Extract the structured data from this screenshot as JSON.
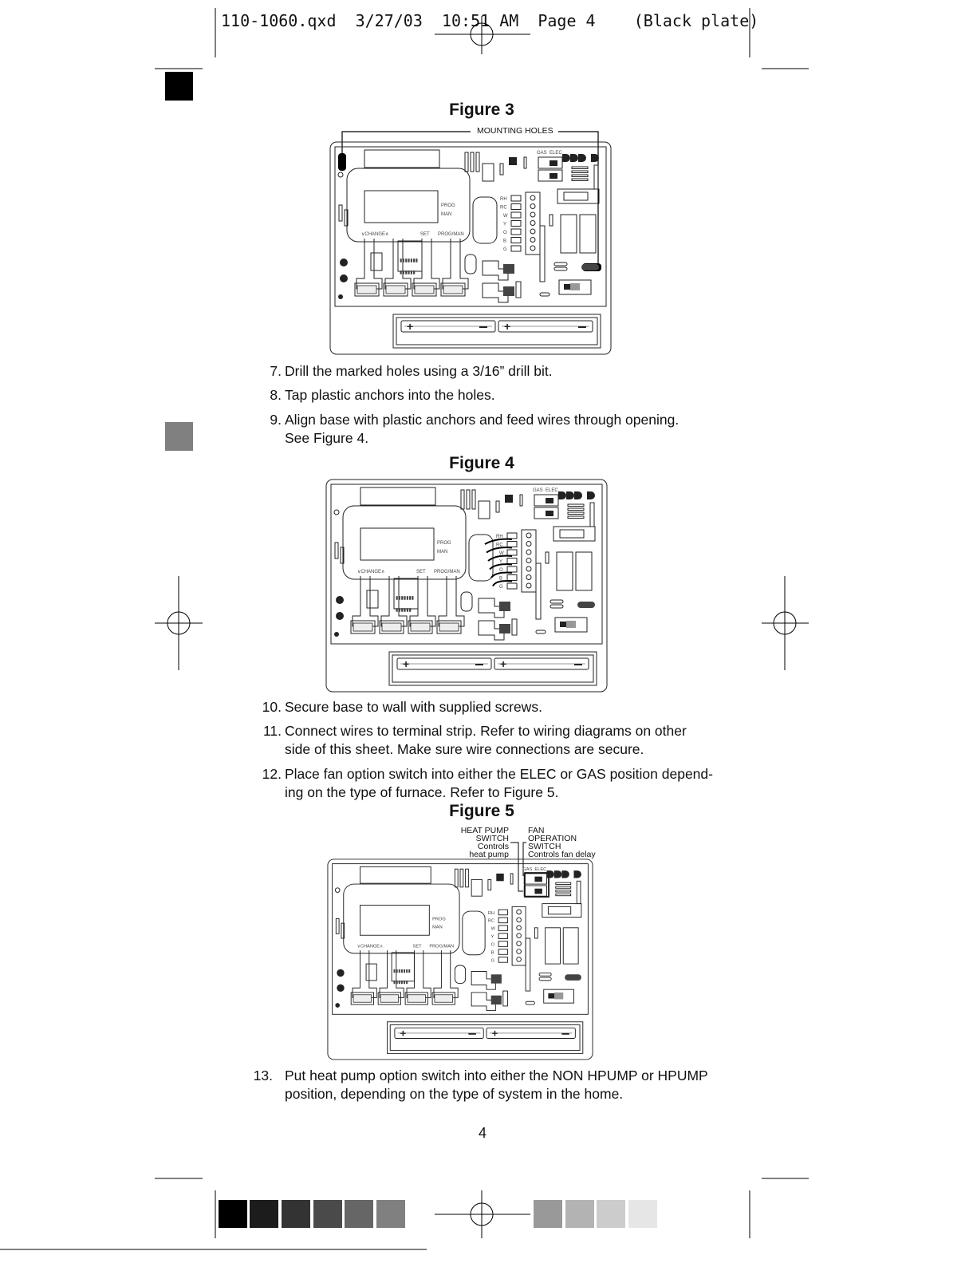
{
  "slug": "110-1060.qxd  3/27/03  10:51 AM  Page 4    (Black plate)",
  "figures": [
    {
      "title": "Figure 3",
      "callout": "MOUNTING HOLES"
    },
    {
      "title": "Figure 4"
    },
    {
      "title": "Figure 5",
      "callout_left": [
        "HEAT PUMP",
        "SWITCH",
        "Controls",
        "heat pump"
      ],
      "callout_right": [
        "FAN",
        "OPERATION",
        "SWITCH",
        "Controls fan delay"
      ]
    }
  ],
  "board_labels": {
    "prog": "PROG",
    "man": "MAN",
    "change": "CHANGE",
    "set": "SET",
    "progman": "PROG/MAN",
    "gas": "GAS",
    "elec": "ELEC",
    "terminals": [
      "RH",
      "RC",
      "W",
      "Y",
      "O",
      "B",
      "G"
    ]
  },
  "steps": [
    {
      "num": "7.",
      "text": [
        "Drill the marked holes using a 3/16” drill bit."
      ]
    },
    {
      "num": "8.",
      "text": [
        "Tap plastic anchors into the holes."
      ]
    },
    {
      "num": "9.",
      "text": [
        "Align base with plastic anchors and feed wires through opening.",
        "See Figure 4."
      ]
    },
    {
      "num": "10.",
      "text": [
        "Secure base to wall with supplied screws."
      ]
    },
    {
      "num": "11.",
      "text": [
        "Connect wires to terminal strip. Refer to wiring diagrams on other",
        "side of this sheet. Make sure wire connections are secure."
      ]
    },
    {
      "num": "12.",
      "text": [
        "Place fan option switch into either the ELEC or GAS position depend-",
        "ing on the type of furnace. Refer to Figure 5."
      ]
    },
    {
      "num": "13.",
      "text": [
        "Put heat pump option switch into either the NON HPUMP or HPUMP",
        "position, depending on the type of system in the home."
      ]
    }
  ],
  "page_number": "4",
  "color_bar": [
    "#000000",
    "#1c1c1c",
    "#333333",
    "#4a4a4a",
    "#666666",
    "#808080",
    "#999999",
    "#b3b3b3",
    "#cccccc",
    "#e6e6e6"
  ]
}
